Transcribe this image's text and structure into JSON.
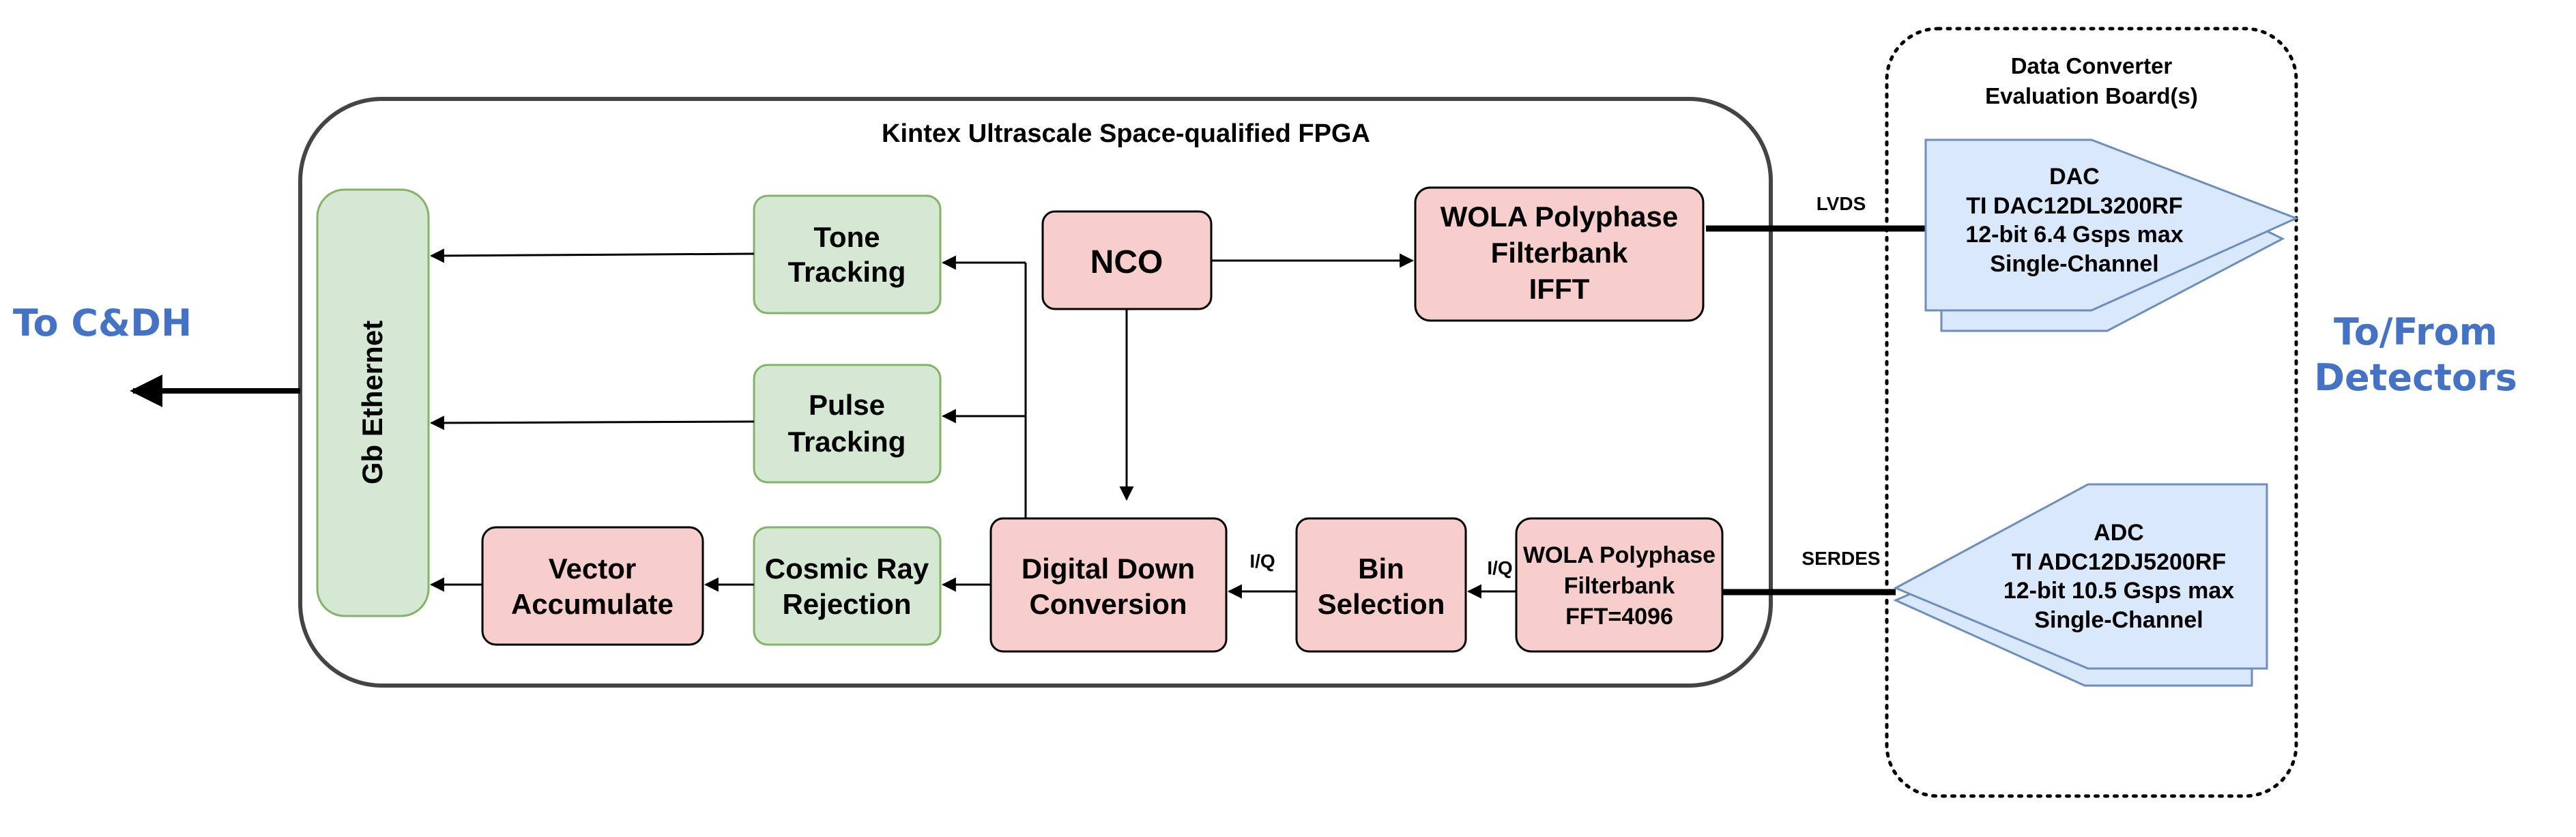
{
  "fpga": {
    "title": "Kintex Ultrascale Space-qualified FPGA"
  },
  "dcb": {
    "title_line1": "Data Converter",
    "title_line2": "Evaluation Board(s)"
  },
  "external": {
    "to_cdh": "To C&DH",
    "to_from_line1": "To/From",
    "to_from_line2": "Detectors"
  },
  "blocks": {
    "gb_ethernet": "Gb Ethernet",
    "tone_tracking": [
      "Tone",
      "Tracking"
    ],
    "pulse_tracking": [
      "Pulse",
      "Tracking"
    ],
    "vector_accumulate": [
      "Vector",
      "Accumulate"
    ],
    "cosmic_ray_rejection": [
      "Cosmic Ray",
      "Rejection"
    ],
    "nco": "NCO",
    "digital_down_conversion": [
      "Digital Down",
      "Conversion"
    ],
    "bin_selection": [
      "Bin",
      "Selection"
    ],
    "wola_ifft": [
      "WOLA Polyphase",
      "Filterbank",
      "IFFT"
    ],
    "wola_fft": [
      "WOLA Polyphase",
      "Filterbank",
      "FFT=4096"
    ]
  },
  "converters": {
    "dac": [
      "DAC",
      "TI DAC12DL3200RF",
      "12-bit 6.4 Gsps max",
      "Single-Channel"
    ],
    "adc": [
      "ADC",
      "TI ADC12DJ5200RF",
      "12-bit 10.5 Gsps max",
      "Single-Channel"
    ]
  },
  "links": {
    "lvds": "LVDS",
    "serdes": "SERDES",
    "iq_1": "I/Q",
    "iq_2": "I/Q"
  },
  "colors": {
    "pink_fill": "#f8cecc",
    "green_fill": "#d5e8d4",
    "green_stroke": "#82b366",
    "blue_fill": "#dae8fc",
    "blue_stroke": "#6c8ebf",
    "accent_text": "#4472c4"
  }
}
